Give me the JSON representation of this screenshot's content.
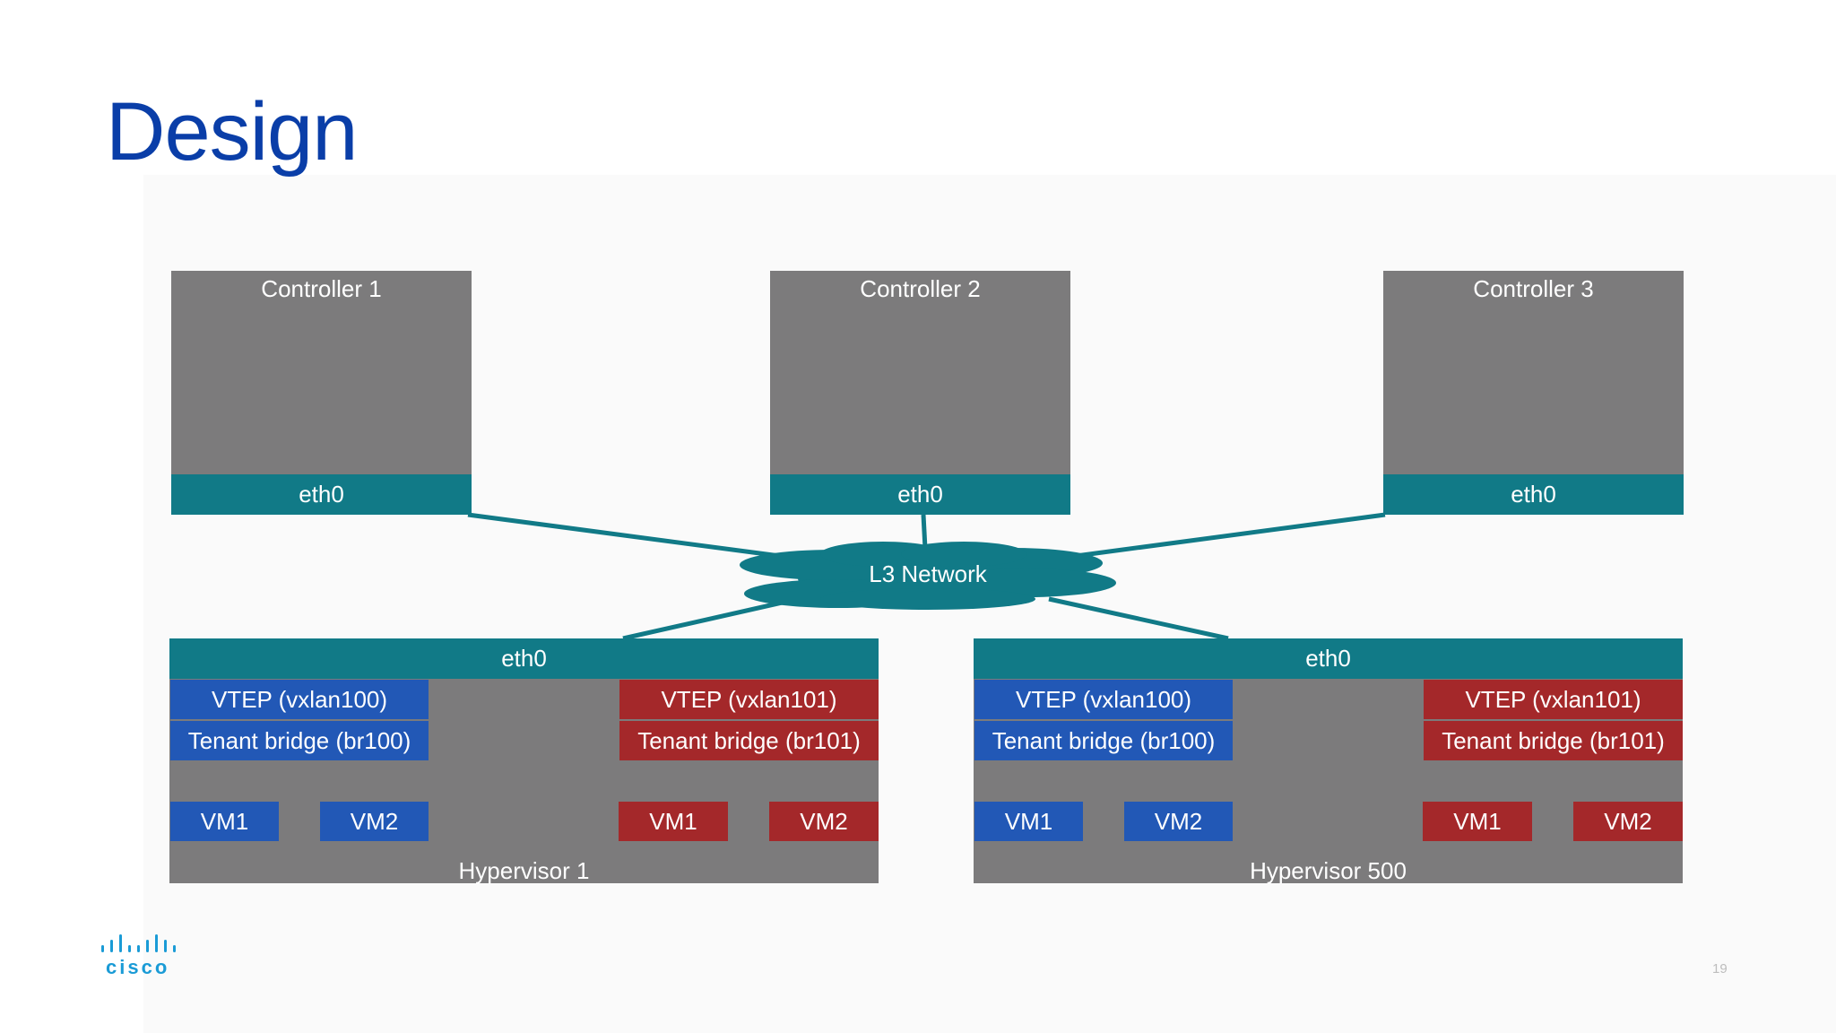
{
  "title": "Design",
  "page_number": "19",
  "network": {
    "label": "L3 Network"
  },
  "controllers": [
    {
      "name": "Controller 1",
      "eth": "eth0"
    },
    {
      "name": "Controller 2",
      "eth": "eth0"
    },
    {
      "name": "Controller 3",
      "eth": "eth0"
    }
  ],
  "hypervisors": [
    {
      "name": "Hypervisor 1",
      "eth": "eth0",
      "vtep_blue": "VTEP (vxlan100)",
      "bridge_blue": "Tenant bridge (br100)",
      "vtep_red": "VTEP (vxlan101)",
      "bridge_red": "Tenant bridge (br101)",
      "vm_blue_1": "VM1",
      "vm_blue_2": "VM2",
      "vm_red_1": "VM1",
      "vm_red_2": "VM2"
    },
    {
      "name": "Hypervisor 500",
      "eth": "eth0",
      "vtep_blue": "VTEP (vxlan100)",
      "bridge_blue": "Tenant bridge (br100)",
      "vtep_red": "VTEP (vxlan101)",
      "bridge_red": "Tenant bridge (br101)",
      "vm_blue_1": "VM1",
      "vm_blue_2": "VM2",
      "vm_red_1": "VM1",
      "vm_red_2": "VM2"
    }
  ],
  "logo": {
    "text": "cisco"
  },
  "colors": {
    "title": "#0a3ea8",
    "box_gray": "#7c7b7c",
    "teal": "#117a87",
    "tenant_blue": "#2258b6",
    "tenant_red": "#a4282a"
  }
}
